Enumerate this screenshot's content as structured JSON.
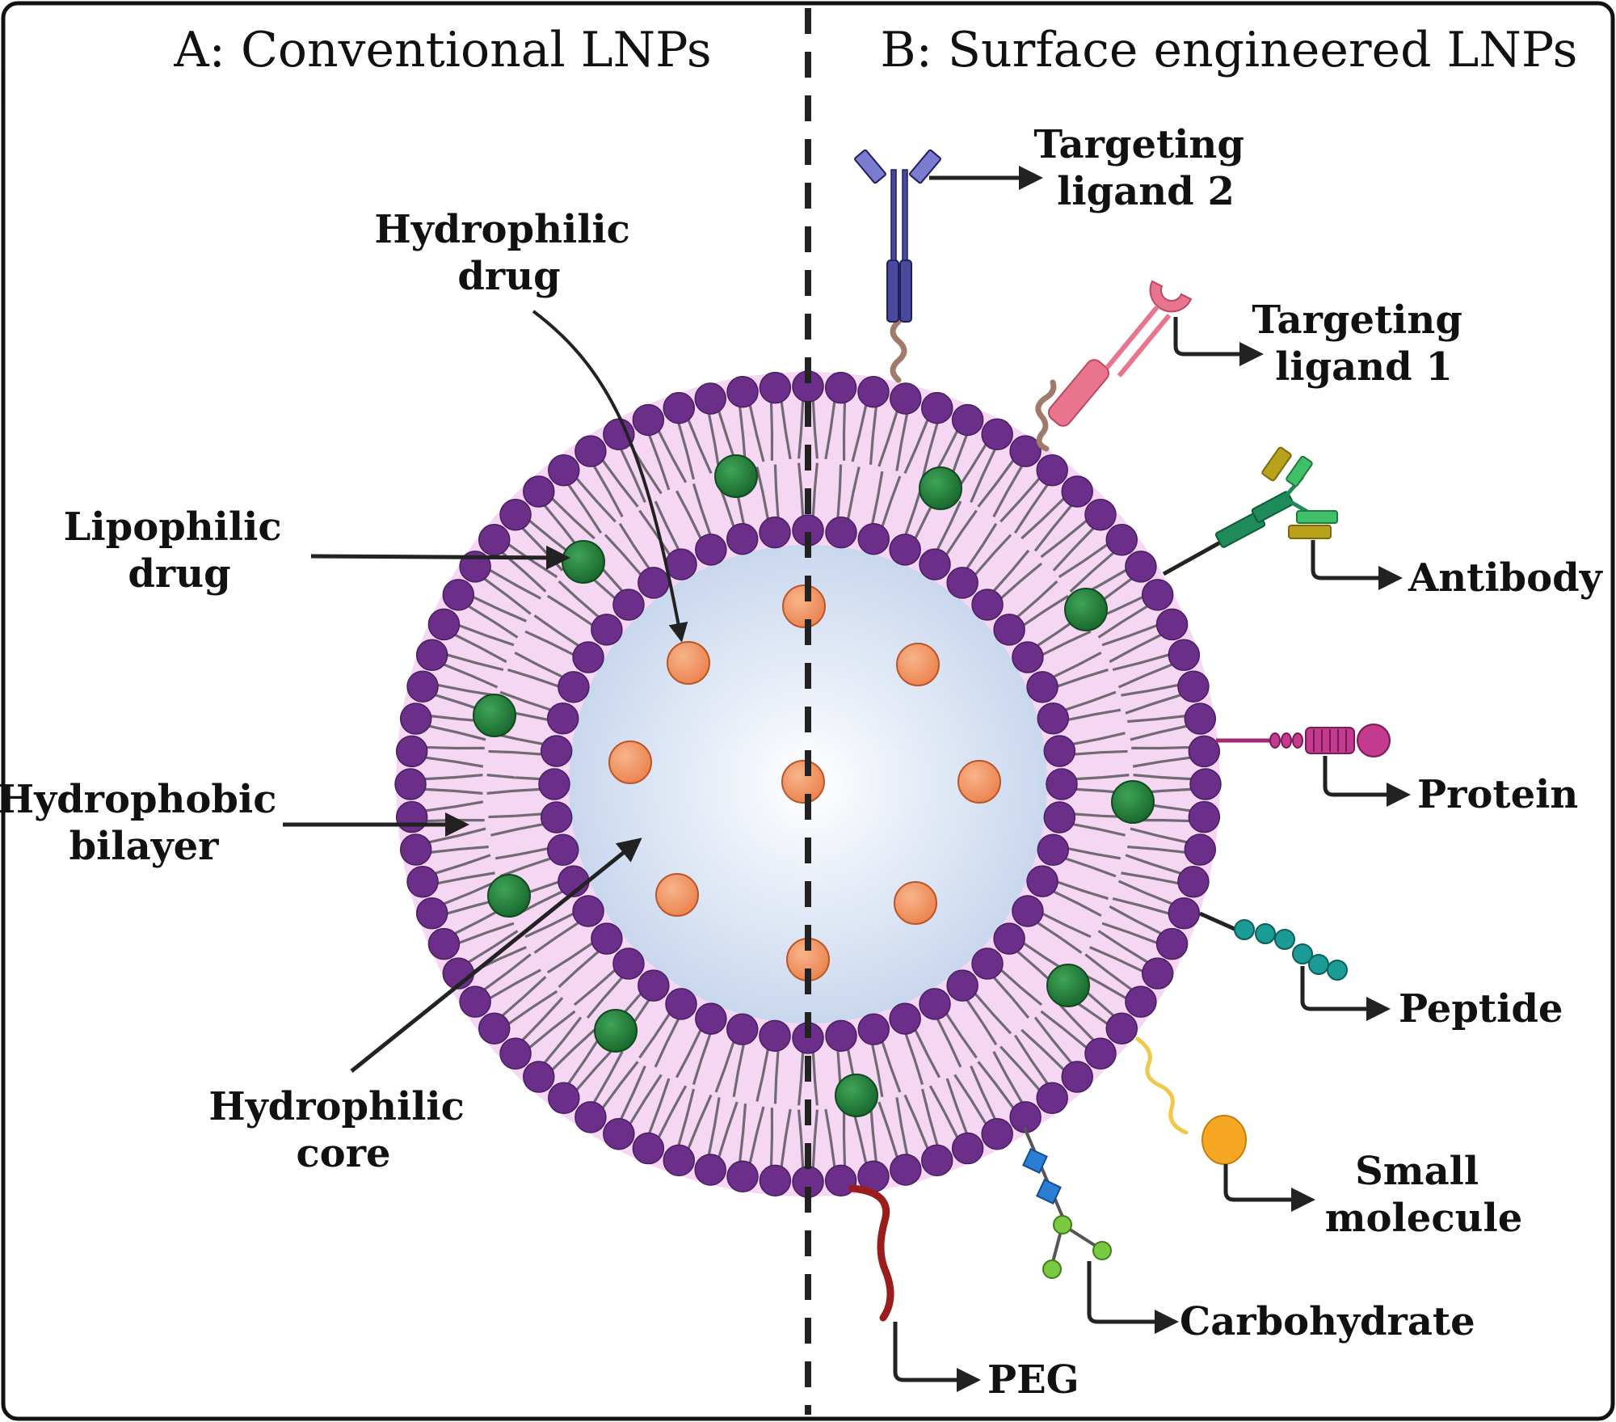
{
  "panels": {
    "a_title": "A: Conventional LNPs",
    "b_title": "B: Surface engineered LNPs"
  },
  "labels_a": {
    "hydrophilic_drug": [
      "Hydrophilic",
      "drug"
    ],
    "lipophilic_drug": [
      "Lipophilic",
      "drug"
    ],
    "hydrophobic_bilayer": [
      "Hydrophobic",
      "bilayer"
    ],
    "hydrophilic_core": [
      "Hydrophilic",
      "core"
    ]
  },
  "labels_b": {
    "targeting_ligand_2": [
      "Targeting",
      "ligand 2"
    ],
    "targeting_ligand_1": [
      "Targeting",
      "ligand 1"
    ],
    "antibody": "Antibody",
    "protein": "Protein",
    "peptide": "Peptide",
    "small_molecule": [
      "Small",
      "molecule"
    ],
    "carbohydrate": "Carbohydrate",
    "peg": "PEG"
  },
  "colors": {
    "lipid_head": "#6b2f8a",
    "bilayer_fill": "#f6d7f3",
    "core_center": "#ffffff",
    "core_edge": "#c9d7ee",
    "hydrophilic_drug": "#f0915f",
    "lipophilic_drug": "#237a3a",
    "antibody_ligand": "#4a4a9c",
    "targeting_ligand_1": "#e9748d",
    "peg": "#9a1c1c",
    "peptide": "#1b9b95",
    "protein": "#a02a74",
    "small_molecule": "#f5a623",
    "carbohydrate_green": "#7ac943",
    "carbohydrate_blue": "#2a7fd4"
  }
}
